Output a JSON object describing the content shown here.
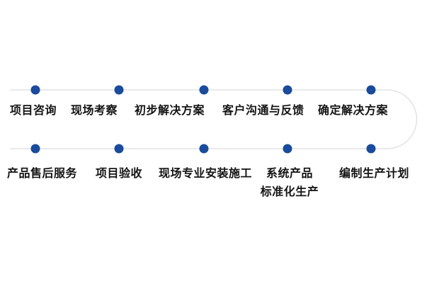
{
  "diagram": {
    "accent_color": "#1a4b9c",
    "line_color": "#e2e2e2",
    "top_row": [
      {
        "label": "项目咨询"
      },
      {
        "label": "现场考察"
      },
      {
        "label": "初步解决方案"
      },
      {
        "label": "客户沟通与反馈"
      },
      {
        "label": "确定解决方案"
      }
    ],
    "bottom_row": [
      {
        "label": "产品售后服务"
      },
      {
        "label": "项目验收"
      },
      {
        "label": "现场专业安装施工"
      },
      {
        "label_line1": "系统产品",
        "label_line2": "标准化生产"
      },
      {
        "label": "编制生产计划"
      }
    ]
  }
}
